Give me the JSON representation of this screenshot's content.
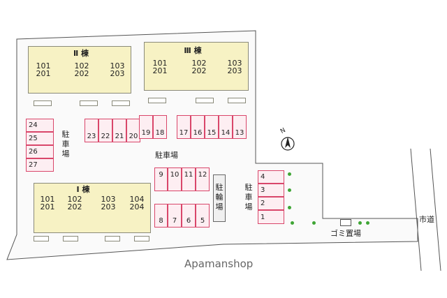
{
  "buildings": [
    {
      "id": "II",
      "title": "Ⅱ 棟",
      "units": [
        {
          "top": "101",
          "bottom": "201"
        },
        {
          "top": "102",
          "bottom": "202"
        },
        {
          "top": "103",
          "bottom": "203"
        }
      ]
    },
    {
      "id": "III",
      "title": "Ⅲ 棟",
      "units": [
        {
          "top": "101",
          "bottom": "201"
        },
        {
          "top": "102",
          "bottom": "202"
        },
        {
          "top": "103",
          "bottom": "203"
        }
      ]
    },
    {
      "id": "I",
      "title": "Ⅰ 棟",
      "units": [
        {
          "top": "101",
          "bottom": "201"
        },
        {
          "top": "102",
          "bottom": "202"
        },
        {
          "top": "103",
          "bottom": "203"
        },
        {
          "top": "104",
          "bottom": "204"
        }
      ]
    }
  ],
  "parking": {
    "west_column": [
      "24",
      "25",
      "26",
      "27"
    ],
    "top_row_left": [
      "23",
      "22",
      "21",
      "20",
      "19",
      "18"
    ],
    "top_row_right": [
      "17",
      "16",
      "15",
      "14",
      "13"
    ],
    "middle_row_top": [
      "9",
      "10",
      "11",
      "12"
    ],
    "middle_row_bottom": [
      "8",
      "7",
      "6",
      "5"
    ],
    "east_column": [
      "4",
      "3",
      "2",
      "1"
    ]
  },
  "labels": {
    "parking_west": "駐車場",
    "parking_center": "駐車場",
    "parking_east": "駐車場",
    "bicycle_parking": "駐輪場",
    "garbage": "ゴミ置場",
    "city_road": "市道",
    "compass": "N"
  },
  "watermark": "Apamanshop",
  "colors": {
    "building_fill": "#f7f2c4",
    "parking_stroke": "#d9466a",
    "parking_fill": "#fdeef2",
    "tree": "#3fa535"
  }
}
